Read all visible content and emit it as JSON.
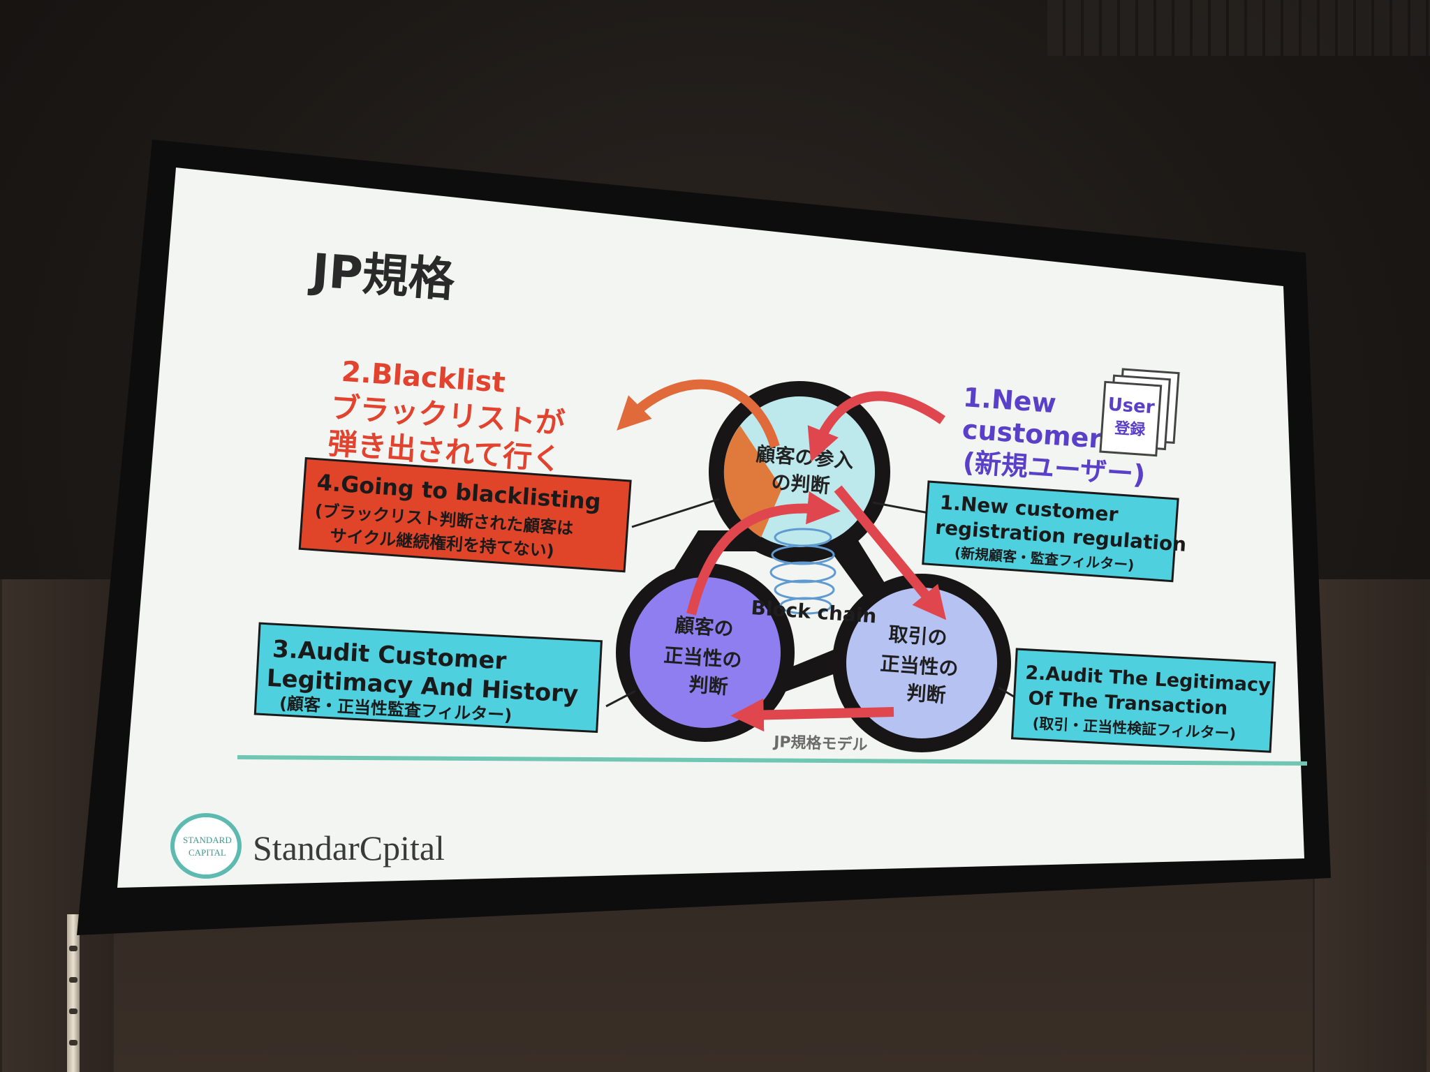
{
  "slide": {
    "title": "JP規格",
    "blacklist": {
      "line1": "2.Blacklist",
      "line2": "ブラックリストが",
      "line3": "弾き出されて行く"
    },
    "new_customer": {
      "line1": "1.New",
      "line2": "customer",
      "line3": "(新規ユーザー)"
    },
    "user_docs": {
      "line1": "User",
      "line2": "登録"
    },
    "circles": {
      "top": {
        "line1": "顧客の参入",
        "line2": "の判断"
      },
      "left": {
        "line1": "顧客の",
        "line2": "正当性の",
        "line3": "判断"
      },
      "right": {
        "line1": "取引の",
        "line2": "正当性の",
        "line3": "判断"
      }
    },
    "center_label": "Block chain",
    "model_caption": "JP規格モデル",
    "boxes": {
      "box4": {
        "line1": "4.Going to blacklisting",
        "line2": "(ブラックリスト判断された顧客は",
        "line3": "サイクル継続権利を持てない)"
      },
      "box1": {
        "line1": "1.New customer",
        "line2": "registration regulation",
        "line3": "(新規顧客・監査フィルター)"
      },
      "box3": {
        "line1": "3.Audit Customer",
        "line2": "Legitimacy And History",
        "line3": "(顧客・正当性監査フィルター)"
      },
      "box2": {
        "line1": "2.Audit The Legitimacy",
        "line2": "Of The Transaction",
        "line3": "(取引・正当性検証フィルター)"
      }
    },
    "logo": {
      "seal_line1": "STANDARD",
      "seal_line2": "CAPITAL",
      "wordmark": "StandarCpital"
    }
  },
  "colors": {
    "screen": "#f4f6f3",
    "red_accent": "#e2432e",
    "arrow_red": "#e0464e",
    "purple_text": "#5a3fc8",
    "cyan_box": "#4fd0df",
    "red_box": "#e0452a",
    "circle_top": "#bde9ec",
    "circle_left": "#8f7ef0",
    "circle_right": "#b6c2f2",
    "circle_orange": "#e07a3c",
    "teal_line": "#6fc6b2",
    "logo_teal": "#5cbab0"
  }
}
